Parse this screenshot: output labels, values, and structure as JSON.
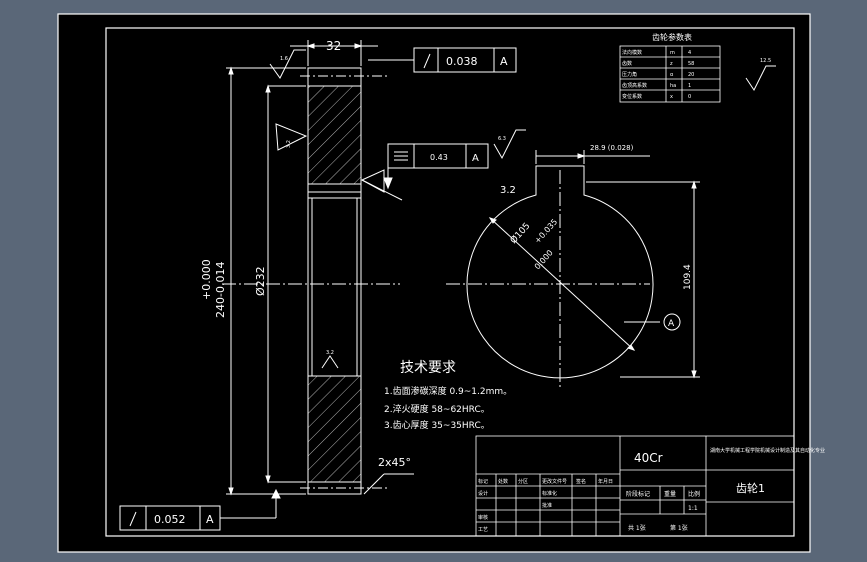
{
  "colors": {
    "frame_bg": "#5a6778",
    "sheet": "#000000",
    "line": "#ffffff",
    "dim": "#ffffff"
  },
  "dims": {
    "width_32": "32",
    "tol_top": "0.038",
    "datum_a": "A",
    "flatness": "0.43",
    "keyway_top": "28.9 (0.028)",
    "keyway_left": "3.2",
    "bore_dia": "Ø105",
    "bore_tol_upper": "+0.035",
    "bore_tol_lower": "0.000",
    "keyway_depth": "109.4",
    "od_upper": "+0.000",
    "od_lower": "240-0.014",
    "pitch_dia": "Ø232",
    "chamfer": "2x45°",
    "tol_bottom": "0.052",
    "rough_1": "1.6",
    "rough_2": "3.2",
    "rough_3": "6.3",
    "rough_4": "3.2",
    "rough_5": "12.5",
    "view_mark": "A"
  },
  "gear_table": {
    "title": "齿轮参数表",
    "rows": [
      {
        "label": "法向模数",
        "sym": "m",
        "val": "4"
      },
      {
        "label": "齿数",
        "sym": "z",
        "val": "58"
      },
      {
        "label": "压力角",
        "sym": "α",
        "val": "20"
      },
      {
        "label": "齿顶高系数",
        "sym": "ha",
        "val": "1"
      },
      {
        "label": "变位系数",
        "sym": "x",
        "val": "0"
      }
    ]
  },
  "tech": {
    "title": "技术要求",
    "lines": [
      "1.齿面渗碳深度 0.9~1.2mm。",
      "2.淬火硬度 58~62HRC。",
      "3.齿心厚度 35~35HRC。"
    ]
  },
  "title_block": {
    "material": "40Cr",
    "school": "湖南大学机械工程学院机械设计制造及其自动化专业",
    "part_name": "齿轮1",
    "h_mark": "标记",
    "h_count": "处数",
    "h_zone": "分区",
    "h_docno": "更改文件号",
    "h_sign": "签名",
    "h_date": "年月日",
    "r_design": "设计",
    "r_std": "标准化",
    "r_review": "审核",
    "r_process": "工艺",
    "r_approve": "批准",
    "stage_mark": "阶段标记",
    "weight": "重量",
    "scale": "比例",
    "scale_val": "1:1",
    "sheets_total": "共 1张",
    "sheet_no": "第 1张"
  }
}
